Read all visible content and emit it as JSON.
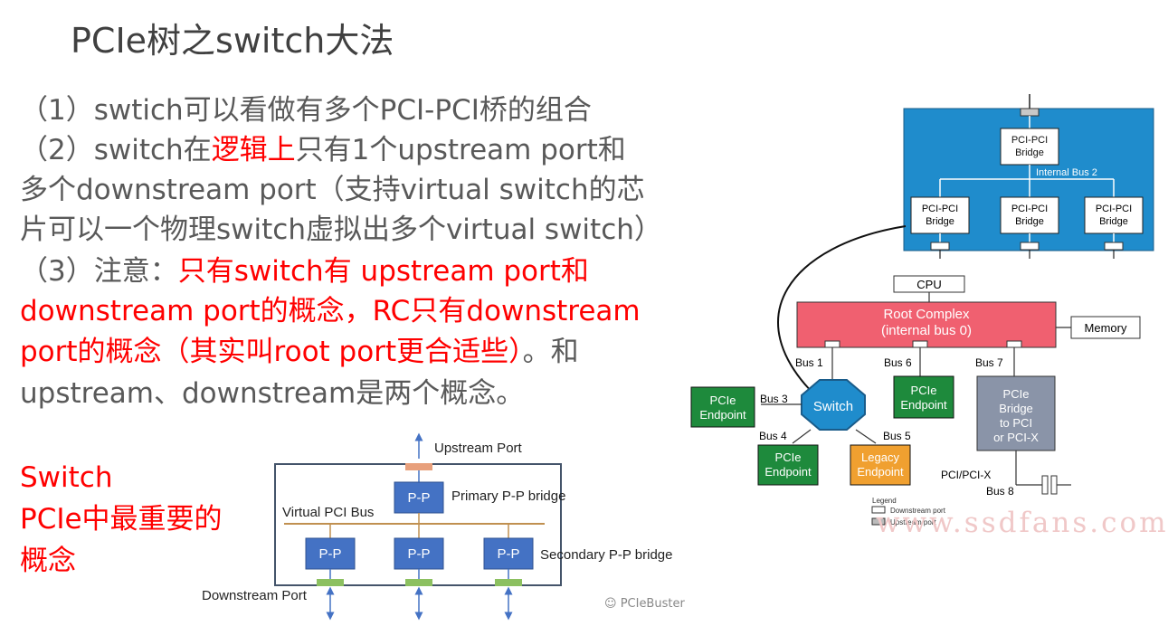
{
  "slide": {
    "title": "PCIe树之switch大法",
    "lines": {
      "l1": "（1）swtich可以看做有多个PCI-PCI桥的组合",
      "l2a": "（2）switch在",
      "l2b": "逻辑上",
      "l2c": "只有1个upstream  port和",
      "l3": "多个downstream port（支持virtual switch的芯",
      "l4": "片可以一个物理switch虚拟出多个virtual switch）",
      "l5a": "（3）注意：",
      "l5b": "只有switch有 upstream port和",
      "l6": "downstream port的概念，RC只有downstream",
      "l7a": "port的概念（其实叫root port更合适些）",
      "l7b": "。和",
      "l8": "upstream、downstream是两个概念。"
    },
    "callout": {
      "line1": "Switch",
      "line2": "PCIe中最重要的",
      "line3": "概念"
    }
  },
  "left_diagram": {
    "upstream_port": "Upstream Port",
    "primary_bridge": "Primary P-P bridge",
    "virtual_bus": "Virtual PCI Bus",
    "secondary_bridge": "Secondary P-P bridge",
    "downstream_port": "Downstream Port",
    "pp_label": "P-P"
  },
  "right_diagram": {
    "bridge_line1": "PCI-PCI",
    "bridge_line2": "Bridge",
    "internal_bus2": "Internal Bus 2",
    "cpu": "CPU",
    "root_complex_1": "Root Complex",
    "root_complex_2": "(internal bus 0)",
    "memory": "Memory",
    "bus1": "Bus 1",
    "bus3": "Bus 3",
    "bus4": "Bus 4",
    "bus5": "Bus 5",
    "bus6": "Bus 6",
    "bus7": "Bus 7",
    "bus8": "Bus 8",
    "switch": "Switch",
    "pcie": "PCIe",
    "endpoint": "Endpoint",
    "legacy": "Legacy",
    "pcie_bridge": [
      "PCIe",
      "Bridge",
      "to PCI",
      "or PCI-X"
    ],
    "pci_pcix": "PCI/PCI-X",
    "legend_title": "Legend",
    "legend_down": "Downstream port",
    "legend_up": "Upstream port"
  },
  "watermark": "www.ssdfans.com",
  "wechat_tag": "PCIeBuster",
  "colors": {
    "text_gray": "#595959",
    "accent_red": "#ff0000",
    "switch_blue": "#1f8ccc",
    "rc_pink": "#f06070",
    "endpoint_green": "#1e8a3c",
    "legacy_orange": "#f0a030",
    "bridge_gray": "#8a94a8",
    "pp_blue": "#4472c4"
  }
}
